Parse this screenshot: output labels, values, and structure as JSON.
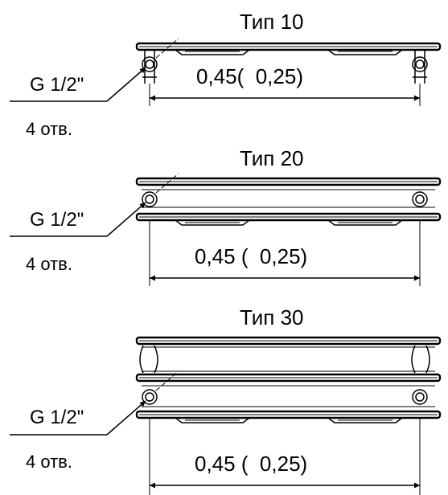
{
  "sections": [
    {
      "title": "Тип 10",
      "dimension": "0,45(  0,25)",
      "thread": "G 1/2\"",
      "holes": "4 отв."
    },
    {
      "title": "Тип 20",
      "dimension": "0,45 (  0,25)",
      "thread": "G 1/2\"",
      "holes": "4 отв."
    },
    {
      "title": "Тип 30",
      "dimension": "0,45 (  0,25)",
      "thread": "G 1/2\"",
      "holes": "4 отв."
    }
  ]
}
